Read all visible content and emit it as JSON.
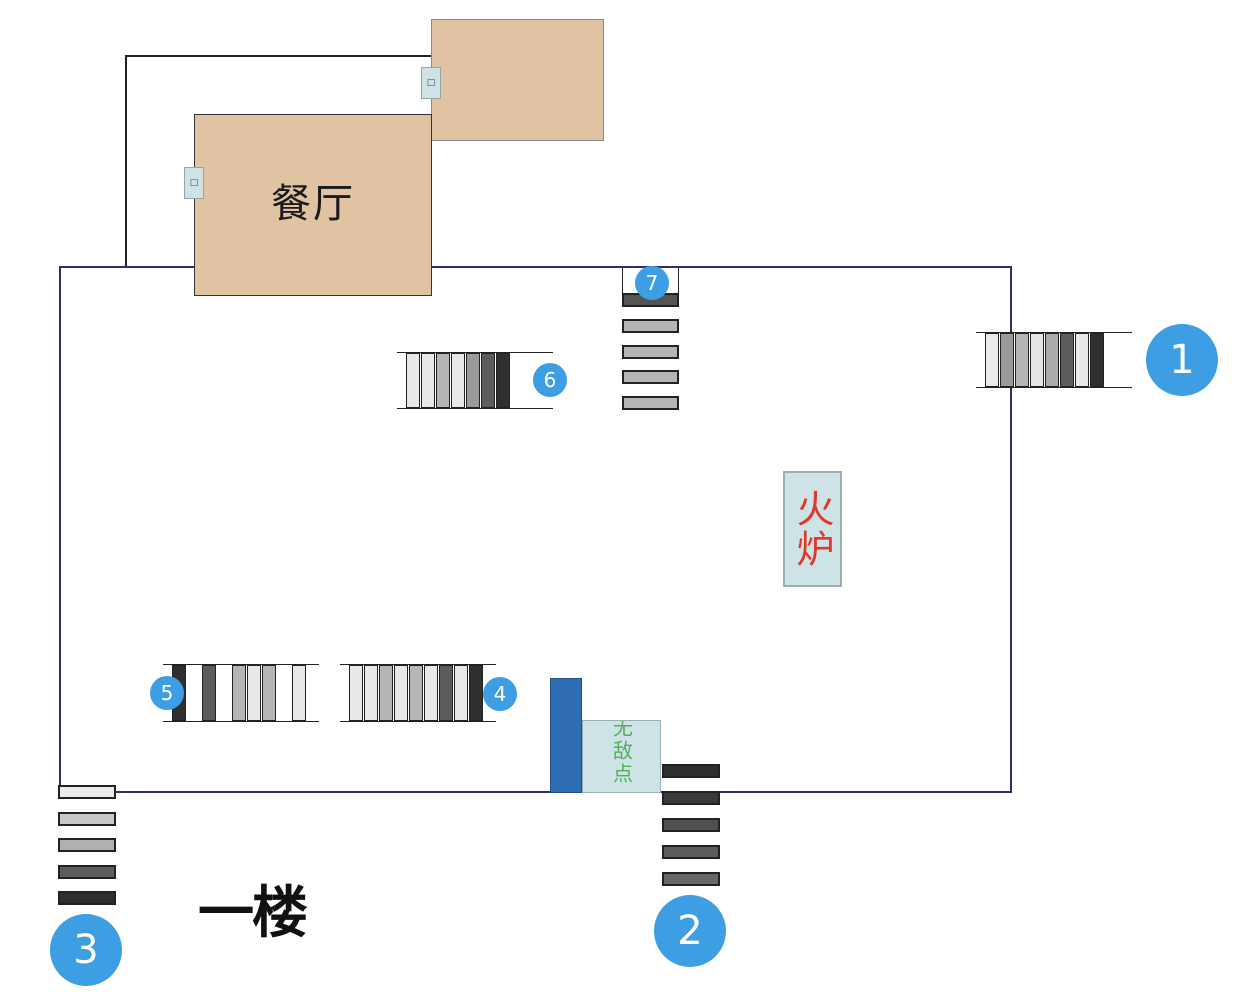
{
  "rooms": {
    "dining": "餐厅",
    "back_room": ""
  },
  "door_glyph": "□",
  "furnace": "火炉",
  "spawn_point": "无敌点",
  "floor_label": "一楼",
  "markers": {
    "m1": "1",
    "m2": "2",
    "m3": "3",
    "m4": "4",
    "m5": "5",
    "m6": "6",
    "m7": "7"
  },
  "colors": {
    "room_fill": "#e0c3a2",
    "hall_border": "#2e2e6e",
    "badge": "#3d9ee4",
    "furnace_text": "#e0392c",
    "spawn_bar": "#2f6db5",
    "spawn_text": "#55ae5e",
    "step_light": "#e8e8e8",
    "step_mid": "#b0b0b0",
    "step_dark": "#585858",
    "step_black": "#2f2f2f"
  },
  "icons": {
    "marker": "numbered-circle",
    "door": "door-icon",
    "stairs": "stairs-icon"
  }
}
